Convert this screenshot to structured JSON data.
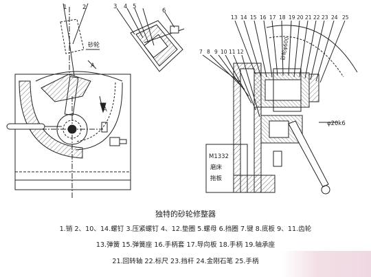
{
  "figure": {
    "title": "独特的砂轮修整器",
    "legend_lines": [
      "1.销 2、10、14.螺钉 3.压紧螺钉 4、12.垫圈 5.螺母 6.挡圈 7.键 8.底板 9、11.齿轮",
      "13.弹簧 15.弹簧座 16.手柄套 17.导向板 18.手柄 19.轴承座",
      "21.回转轴 22.标尺 23.挡杆 24.金刚石笔 25.手柄"
    ]
  },
  "labels": {
    "front_top": [
      "1",
      "2"
    ],
    "detail_top": [
      "3",
      "4",
      "5",
      "6"
    ],
    "wheel": "砂轮",
    "point_a": "A",
    "section_a": "A",
    "side_top": [
      "13",
      "14",
      "15",
      "16",
      "17",
      "18",
      "19",
      "20",
      "21",
      "22",
      "23",
      "24",
      "25"
    ],
    "side_left": [
      "7",
      "8",
      "9",
      "10",
      "11",
      "12"
    ],
    "dia_wheel": "砂轮φ600",
    "dia_shaft": "φ20k6",
    "machine": [
      "M1332",
      "磨床",
      "拖板"
    ]
  },
  "colors": {
    "line": "#222222",
    "hatch": "#555555",
    "watermark": "#f0d8e2"
  }
}
